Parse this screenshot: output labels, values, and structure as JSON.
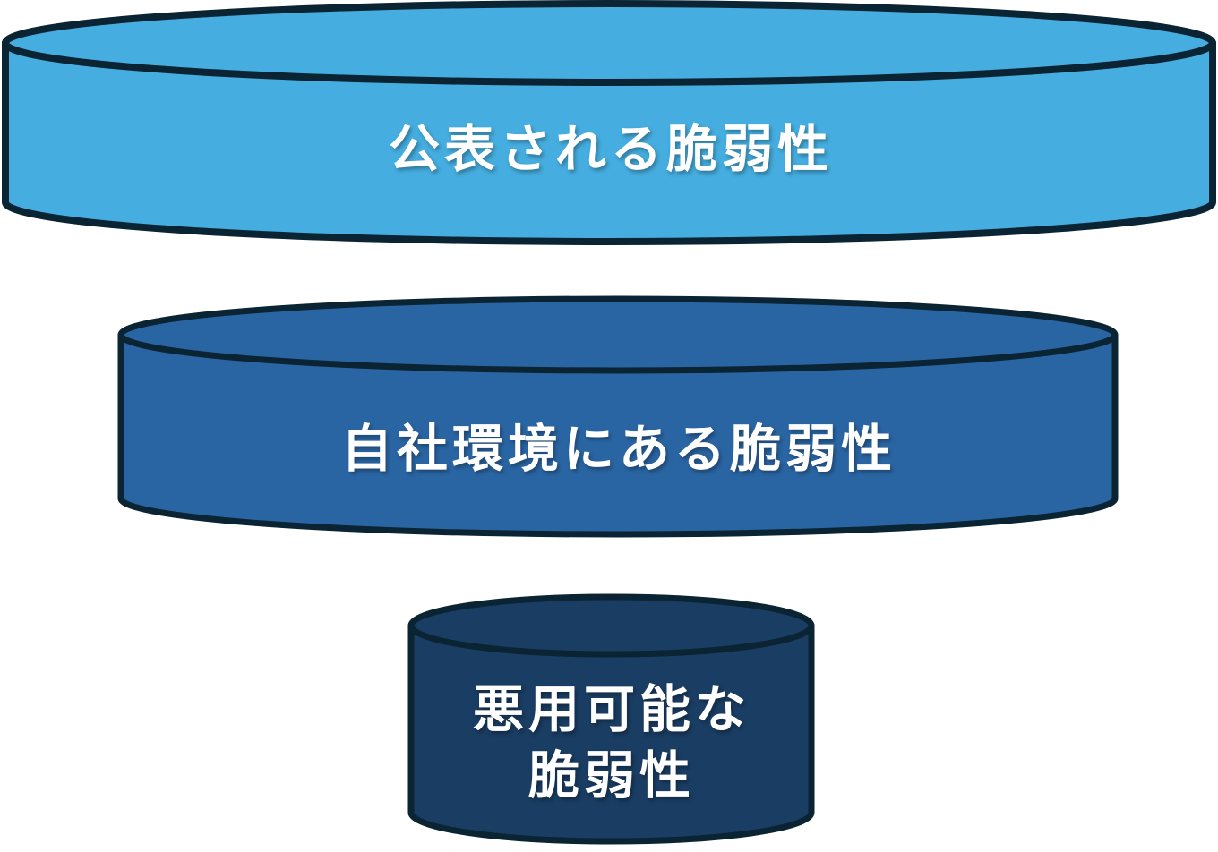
{
  "diagram": {
    "type": "funnel-cylinders",
    "background_color": "#FFFFFF",
    "outline_color": "#0B2433",
    "text_color": "#FFFFFF",
    "levels": [
      {
        "label": "公表される脆弱性",
        "fill": "#45ADDF"
      },
      {
        "label": "自社環境にある脆弱性",
        "fill": "#2A65A3"
      },
      {
        "label": "悪用可能な\n脆弱性",
        "fill": "#1A3D63"
      }
    ]
  }
}
